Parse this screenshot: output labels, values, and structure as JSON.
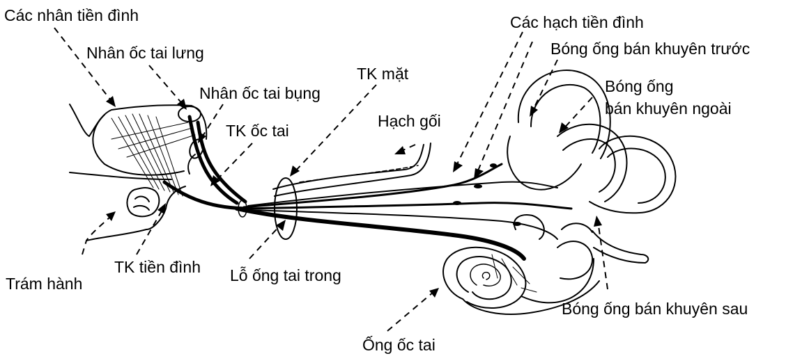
{
  "labels": {
    "vestibular_nuclei": "Các nhân tiền đình",
    "dorsal_cochlear_nucleus": "Nhân ốc tai lưng",
    "ventral_cochlear_nucleus": "Nhân ốc tai bụng",
    "cochlear_nerve": "TK ốc tai",
    "facial_nerve": "TK mặt",
    "geniculate_ganglion": "Hạch gối",
    "vestibular_ganglia": "Các hạch tiền đình",
    "anterior_ampulla": "Bóng ống bán khuyên trước",
    "lateral_ampulla_line1": "Bóng ống",
    "lateral_ampulla_line2": "bán khuyên ngoài",
    "posterior_ampulla": "Bóng ống bán khuyên sau",
    "olive": "Trám hành",
    "vestibular_nerve": "TK tiền đình",
    "internal_acoustic_meatus": "Lỗ ống tai trong",
    "cochlea": "Ống ốc tai"
  }
}
